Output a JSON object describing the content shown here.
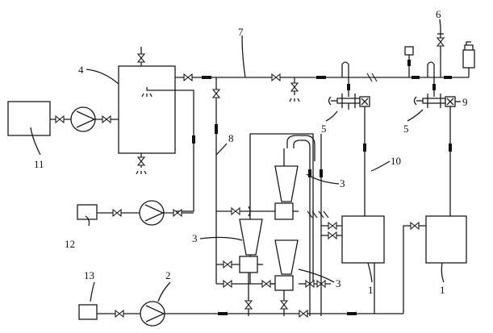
{
  "diagram": {
    "labels": {
      "l1a": "1",
      "l1b": "1",
      "l2": "2",
      "l3a": "3",
      "l3b": "3",
      "l3c": "3",
      "l4": "4",
      "l5a": "5",
      "l5b": "5",
      "l6": "6",
      "l7": "7",
      "l8": "8",
      "l9": "9",
      "l10": "10",
      "l11": "11",
      "l12": "12",
      "l13": "13"
    }
  }
}
